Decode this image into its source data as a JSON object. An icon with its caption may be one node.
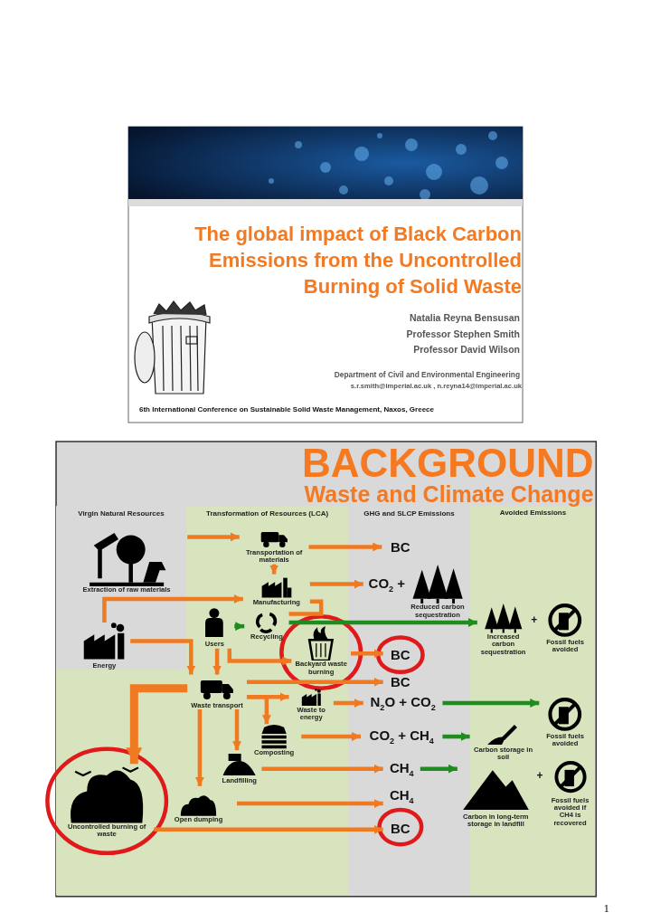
{
  "diagram": {
    "title": "The global impact of Black Carbon Emissions from the Uncontrolled Burning of Solid Waste",
    "nodes": [
      {
        "text": [
          "Extraction of raw materials"
        ]
      },
      {
        "text": [
          "Transportation of materials"
        ]
      },
      {
        "text": [
          "BC"
        ]
      },
      {
        "text": [
          "Manufacturing"
        ]
      },
      {
        "text": [
          "CO$_{2}$ +"
        ]
      },
      {
        "text": [
          "Reduced carbon sequestration"
        ]
      },
      {
        "text": [
          "Users"
        ]
      },
      {
        "text": [
          "Recycling"
        ]
      },
      {
        "text": [
          "Increased carbon sequestration"
        ]
      },
      {
        "text": [
          "Fossil fuels avoided"
        ]
      },
      {
        "text": [
          "Energy"
        ]
      },
      {
        "text": [
          "Backyard waste burning"
        ]
      },
      {
        "text": [
          "BC"
        ]
      },
      {
        "text": [
          "Waste transport"
        ]
      },
      {
        "text": [
          "BC"
        ]
      },
      {
        "text": [
          "Waste to energy"
        ]
      },
      {
        "text": [
          "N$_{2}$O + CO$_{2}$"
        ]
      },
      {
        "text": [
          "Fossil fuels avoided"
        ]
      },
      {
        "text": [
          "Composting"
        ]
      },
      {
        "text": [
          "CO$_{2}$ + CH$_{4}$"
        ]
      },
      {
        "text": [
          "Carbon storage in soil"
        ]
      },
      {
        "text": [
          "Landfilling"
        ]
      },
      {
        "text": [
          "CH$_{4}$"
        ]
      },
      {
        "text": [
          "Carbon in long-term storage in landfill"
        ]
      },
      {
        "text": [
          "Fossil fuels avoided if CH4 is recovered"
        ]
      },
      {
        "text": [
          "Uncontrolled burning of waste"
        ]
      },
      {
        "text": [
          "Open dumping"
        ]
      },
      {
        "text": [
          "CH$_{4}$"
        ]
      },
      {
        "text": [
          "BC"
        ]
      }
    ],
    "edges": [
      {
        "from": 0,
        "to": 1,
        "arrow": "to"
      },
      {
        "from": 1,
        "to": 2,
        "arrow": "to"
      },
      {
        "from": 1,
        "to": 3,
        "arrow": "to"
      },
      {
        "from": 3,
        "to": 4,
        "arrow": "to"
      },
      {
        "from": 3,
        "to": 7,
        "arrow": "none"
      },
      {
        "from": 10,
        "to": 3,
        "arrow": "to"
      },
      {
        "from": 6,
        "to": 7,
        "arrow": "to",
        "color": "#1e8c1e"
      },
      {
        "from": 7,
        "to": 8,
        "arrow": "to",
        "color": "#1e8c1e"
      },
      {
        "from": 6,
        "to": 11,
        "arrow": "to"
      },
      {
        "from": 11,
        "to": 12,
        "arrow": "to"
      },
      {
        "from": 10,
        "to": 13,
        "arrow": "to"
      },
      {
        "from": 6,
        "to": 13,
        "arrow": "to"
      },
      {
        "from": 13,
        "to": 14,
        "arrow": "to"
      },
      {
        "from": 13,
        "to": 15,
        "arrow": "to"
      },
      {
        "from": 13,
        "to": 18,
        "arrow": "to"
      },
      {
        "from": 15,
        "to": 16,
        "arrow": "to"
      },
      {
        "from": 16,
        "to": 17,
        "arrow": "to",
        "color": "#1e8c1e"
      },
      {
        "from": 18,
        "to": 19,
        "arrow": "to"
      },
      {
        "from": 19,
        "to": 20,
        "arrow": "to",
        "color": "#1e8c1e"
      },
      {
        "from": 13,
        "to": 21,
        "arrow": "to"
      },
      {
        "from": 13,
        "to": 26,
        "arrow": "to"
      },
      {
        "from": 21,
        "to": 22,
        "arrow": "to"
      },
      {
        "from": 22,
        "to": 23,
        "arrow": "to",
        "color": "#1e8c1e"
      },
      {
        "from": 13,
        "to": 25,
        "arrow": "to",
        "style": "thick"
      },
      {
        "from": 26,
        "to": 27,
        "arrow": "to"
      },
      {
        "from": 25,
        "to": 28,
        "arrow": "to"
      }
    ],
    "labels": [
      "Natalia Reyna Bensusan",
      "Professor Stephen Smith",
      "Professor David Wilson",
      "Department of Civil and Environmental Engineering",
      "s.r.smith@imperial.ac.uk , n.reyna14@imperial.ac.uk",
      "6th International Conference on Sustainable Solid Waste Management, Naxos, Greece",
      "BACKGROUND",
      "Waste and Climate Change",
      "Virgin Natural Resources",
      "Transformation of Resources (LCA)",
      "GHG and SLCP Emissions",
      "Avoided Emissions",
      "+",
      "+",
      "1"
    ]
  }
}
